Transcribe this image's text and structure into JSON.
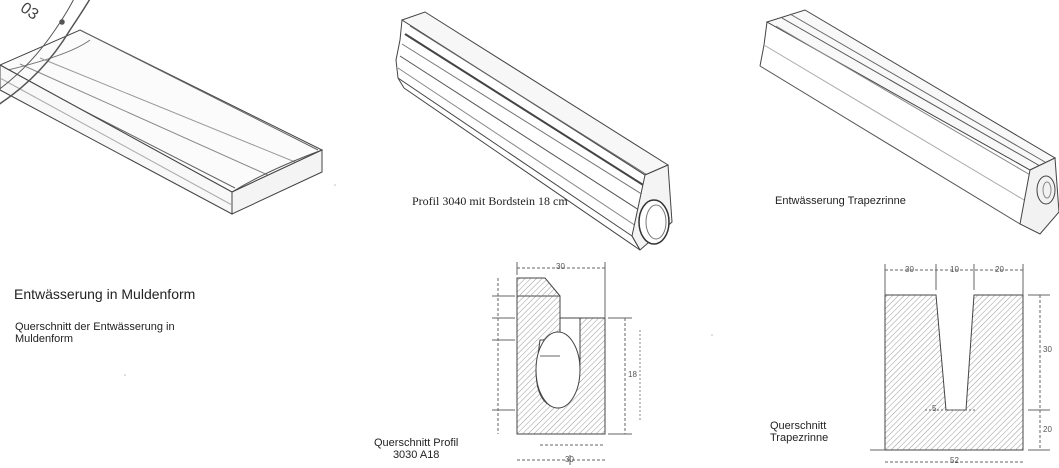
{
  "labels": {
    "profil_3040": "Profil 3040 mit  Bordstein 18 cm",
    "trapezrinne": "Entwässerung Trapezrinne",
    "muldenform_title": "Entwässerung in Muldenform",
    "muldenform_caption_l1": "Querschnitt der Entwässerung in",
    "muldenform_caption_l2": "Muldenform",
    "profil_caption_l1": "Querschnitt Profil",
    "profil_caption_l2": "3030 A18",
    "trapez_caption_l1": "Querschnitt",
    "trapez_caption_l2": "Trapezrinne"
  },
  "dimensions": {
    "profil_top": "30",
    "profil_side": "18",
    "profil_bottom": "30",
    "trapez_top_a": "30",
    "trapez_top_b": "10",
    "trapez_top_c": "20",
    "trapez_side_a": "30",
    "trapez_side_b": "20",
    "trapez_slot": "5",
    "trapez_bottom": "52"
  },
  "stamp": {
    "text": "03"
  },
  "colors": {
    "line": "#444444",
    "hatch": "#8a8a8a"
  }
}
